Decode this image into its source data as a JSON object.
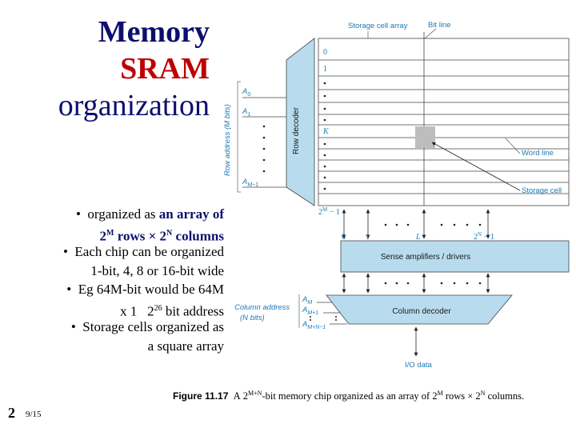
{
  "title": {
    "line1": "Memory",
    "line2": "SRAM",
    "line3": "organization"
  },
  "bullets": {
    "b1_pre": "organized as ",
    "b1_hl": "an array of",
    "b1_line2": "2M rows × 2N columns",
    "b2_line1": "Each chip can be organized",
    "b2_line2": "1-bit, 4, 8 or 16-bit wide",
    "b3_line1": "Eg 64M-bit would be 64M",
    "b3_line2": "x 1   226 bit address",
    "b4_line1": "Storage cells organized as",
    "b4_line2": "a square array"
  },
  "diagram": {
    "storage_cell_array": "Storage cell array",
    "bit_line": "Bit line",
    "word_line": "Word line",
    "storage_cell": "Storage cell",
    "row_address": "Row address (M bits)",
    "row_decoder": "Row decoder",
    "row0": "0",
    "row1": "1",
    "rowK": "K",
    "row_last": "2M − 1",
    "a0": "A0",
    "a1": "A1",
    "am1": "AM−1",
    "col0": "0",
    "col1": "1",
    "colL": "L",
    "col_last": "2N − 1",
    "sense_amp": "Sense amplifiers / drivers",
    "column_address": "Column address",
    "column_address_bits": "(N bits)",
    "column_decoder": "Column decoder",
    "am": "AM",
    "am_1": "AM+1",
    "amn1": "AM+N−1",
    "io_data": "I/O data"
  },
  "caption": {
    "fig": "Figure 11.17",
    "text": "A 2M+N-bit memory chip organized as an array of 2M rows × 2N columns."
  },
  "footer": {
    "page": "2",
    "date": "9/15"
  },
  "colors": {
    "blue_block": "#b8dcee",
    "diagram_text": "#1a7ab5",
    "title_blue": "#0d0f6e",
    "title_red": "#c00000",
    "cell_gray": "#bdbdbd"
  }
}
